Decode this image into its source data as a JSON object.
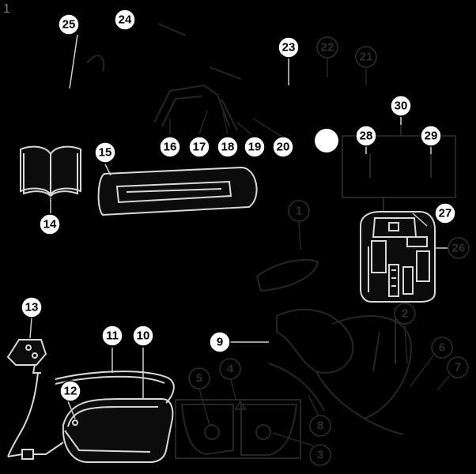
{
  "figure": {
    "number": "1"
  },
  "callouts": {
    "c1": "1",
    "c2": "2",
    "c3": "3",
    "c4": "4",
    "c5": "5",
    "c6": "6",
    "c7": "7",
    "c8": "8",
    "c9": "9",
    "c10": "10",
    "c11": "11",
    "c12": "12",
    "c13": "13",
    "c14": "14",
    "c15": "15",
    "c16": "16",
    "c17": "17",
    "c18": "18",
    "c19": "19",
    "c20": "20",
    "c21": "21",
    "c22": "22",
    "c23": "23",
    "c24": "24",
    "c25": "25",
    "c26": "26",
    "c27": "27",
    "c28": "28",
    "c29": "29",
    "c30": "30"
  },
  "colors": {
    "background": "#000000",
    "highlight": "#ffffff",
    "dimmed": "#2e2e2e"
  }
}
